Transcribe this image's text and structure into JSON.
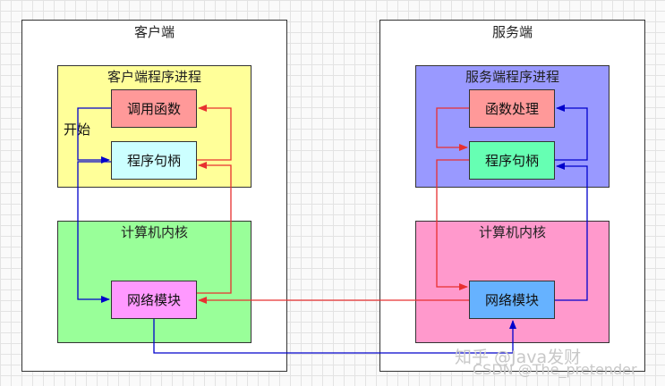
{
  "client": {
    "title": "客户端",
    "process": {
      "title": "客户端程序进程",
      "call_fn": "调用函数",
      "handle": "程序句柄"
    },
    "kernel": {
      "title": "计算机内核",
      "net": "网络模块"
    },
    "start_label": "开始"
  },
  "server": {
    "title": "服务端",
    "process": {
      "title": "服务端程序进程",
      "fn_proc": "函数处理",
      "handle": "程序句柄"
    },
    "kernel": {
      "title": "计算机内核",
      "net": "网络模块"
    }
  },
  "watermark": {
    "zhihu": "知乎 @Java发财",
    "csdn": "CSDN @The_pretender"
  },
  "colors": {
    "client_process": "#ffff99",
    "client_kernel": "#99ff99",
    "server_process": "#9999ff",
    "server_kernel": "#ff99cc",
    "red_arrow": "#e83030",
    "blue_arrow": "#0000cc"
  }
}
